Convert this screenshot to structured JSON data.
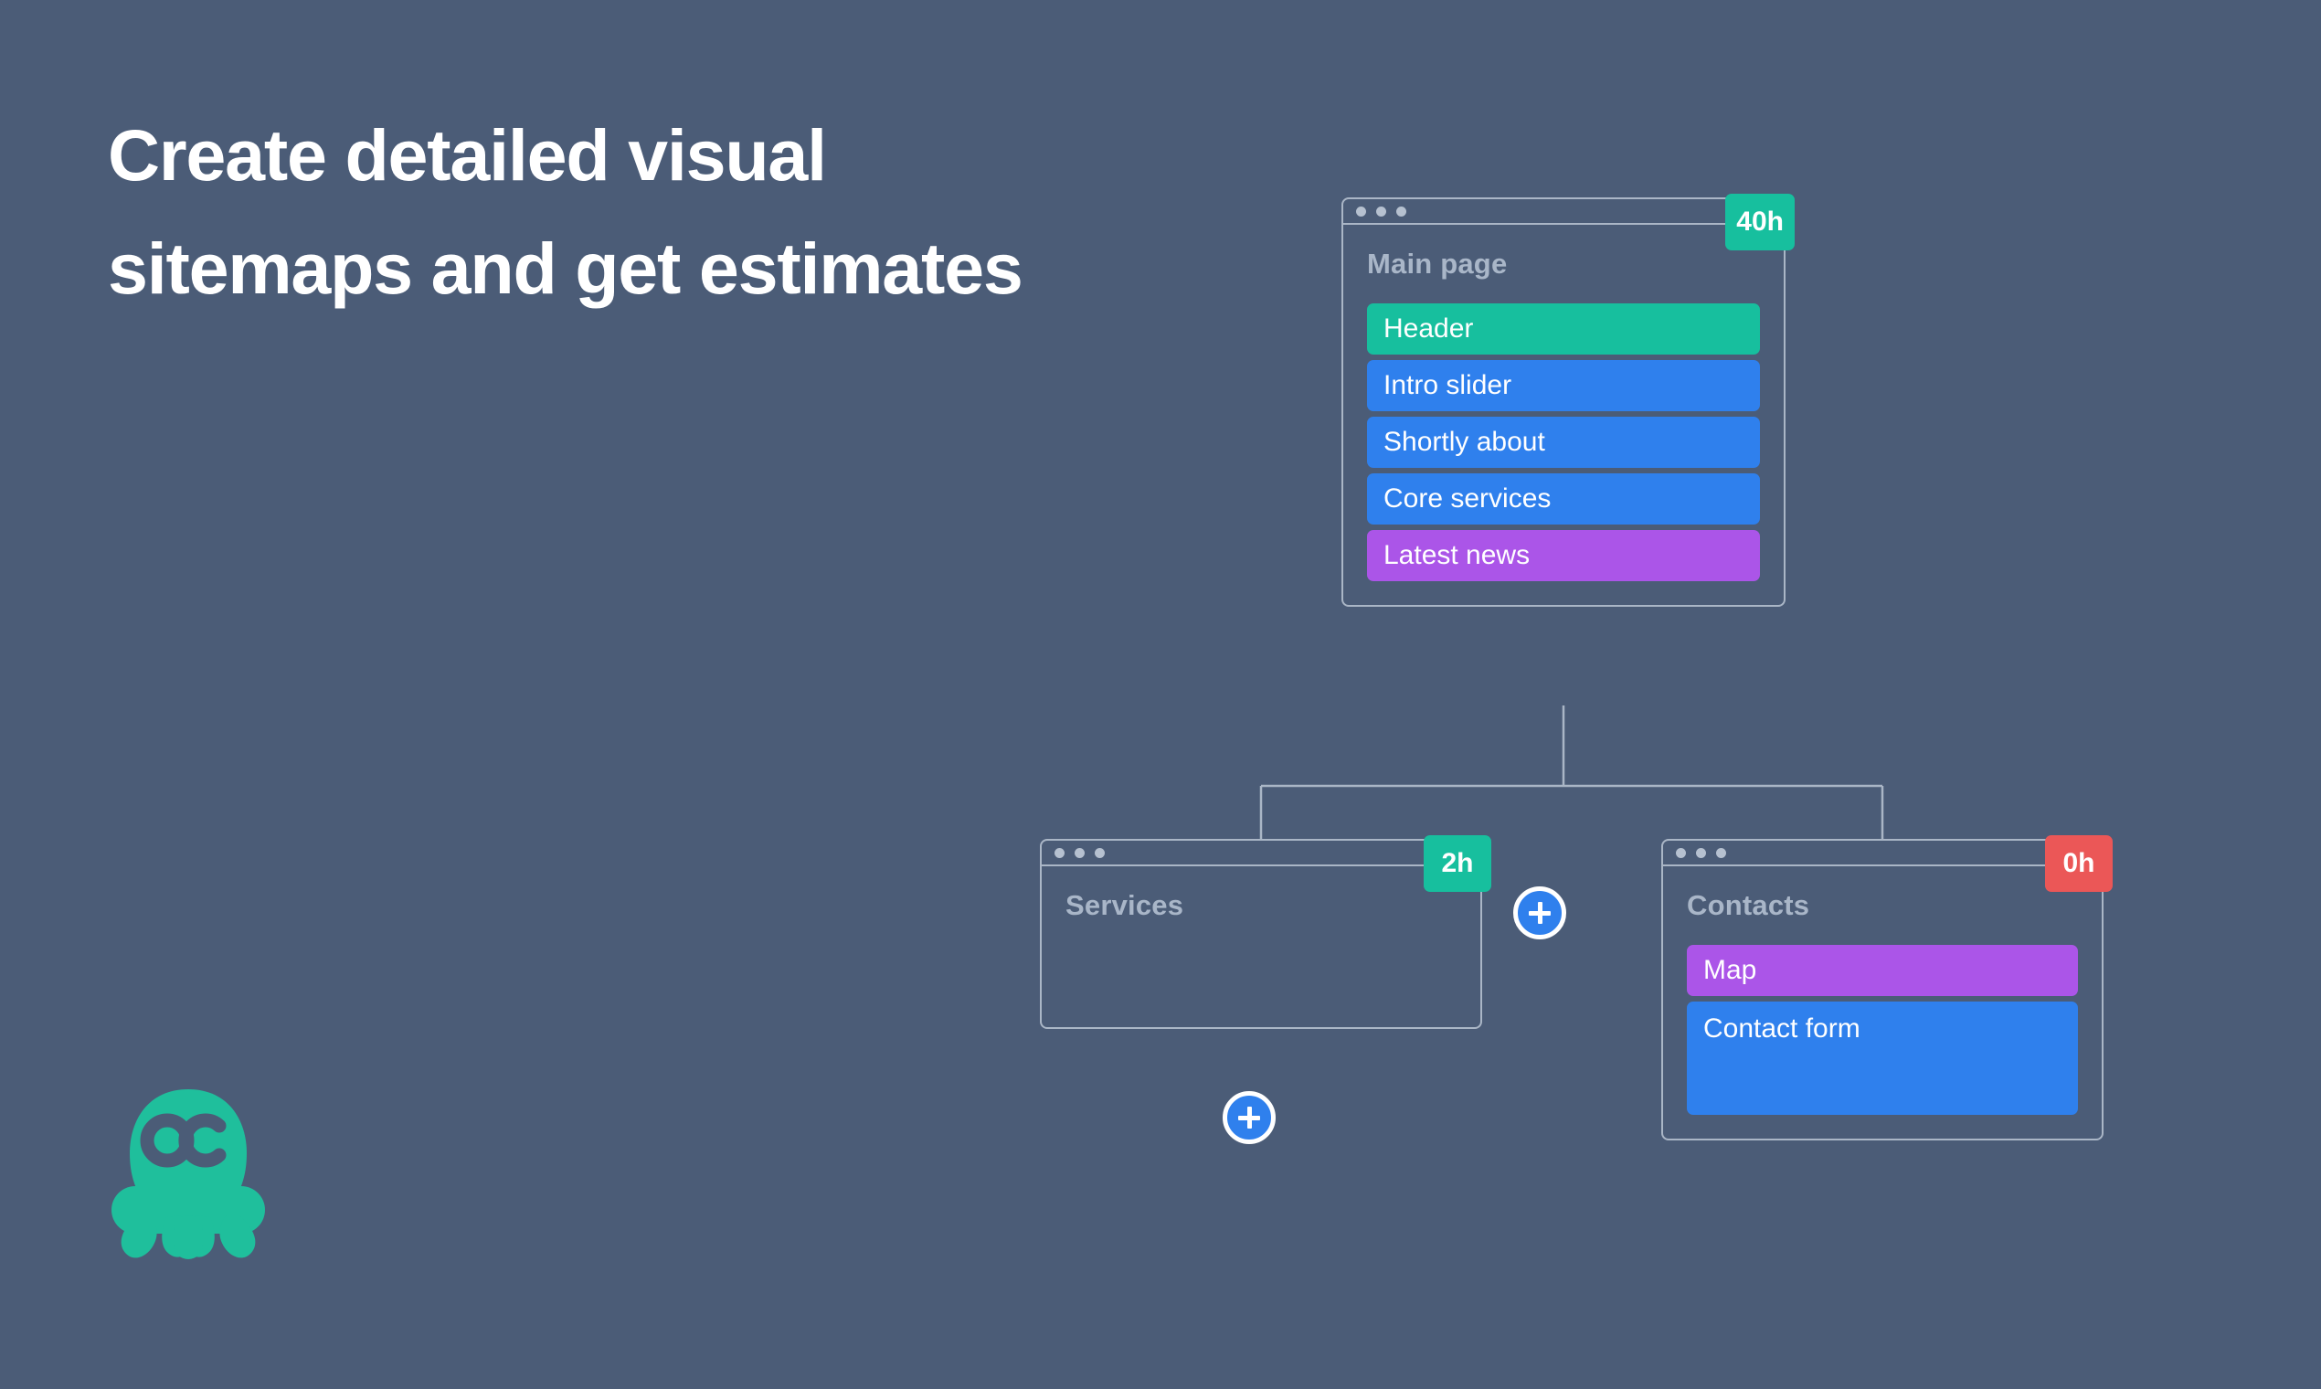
{
  "page": {
    "background_color": "#4b5c77",
    "headline": "Create detailed visual sitemaps and get estimates"
  },
  "brand": {
    "logo_name": "octopus-logo",
    "logo_color": "#1fbf9c",
    "logo_eyes_text": "OC"
  },
  "palette": {
    "teal": "#17bf9e",
    "blue": "#2f80ed",
    "purple": "#ab55e8",
    "red": "#eb5757",
    "outline": "#aab6c6",
    "card_title": "#a9b6c8",
    "dot": "#b6c1d0"
  },
  "sitemap": {
    "nodes": [
      {
        "id": "main",
        "title": "Main page",
        "estimate": "40h",
        "estimate_color": "#17bf9e",
        "window_dots": 3,
        "blocks": [
          {
            "label": "Header",
            "color": "#17bf9e",
            "size": "normal"
          },
          {
            "label": "Intro slider",
            "color": "#2f80ed",
            "size": "normal"
          },
          {
            "label": "Shortly about",
            "color": "#2f80ed",
            "size": "normal"
          },
          {
            "label": "Core services",
            "color": "#2f80ed",
            "size": "normal"
          },
          {
            "label": "Latest news",
            "color": "#ab55e8",
            "size": "normal"
          }
        ]
      },
      {
        "id": "services",
        "title": "Services",
        "estimate": "2h",
        "estimate_color": "#17bf9e",
        "window_dots": 3,
        "blocks": []
      },
      {
        "id": "contacts",
        "title": "Contacts",
        "estimate": "0h",
        "estimate_color": "#eb5757",
        "window_dots": 3,
        "blocks": [
          {
            "label": "Map",
            "color": "#ab55e8",
            "size": "normal"
          },
          {
            "label": "Contact form",
            "color": "#2f80ed",
            "size": "tall"
          }
        ]
      }
    ],
    "edges": [
      {
        "from": "main",
        "to": "services"
      },
      {
        "from": "main",
        "to": "contacts"
      }
    ],
    "add_buttons": [
      {
        "id": "add-services-right",
        "label": "+",
        "attached_to": "services"
      },
      {
        "id": "add-services-bottom",
        "label": "+",
        "attached_to": "services"
      }
    ]
  }
}
